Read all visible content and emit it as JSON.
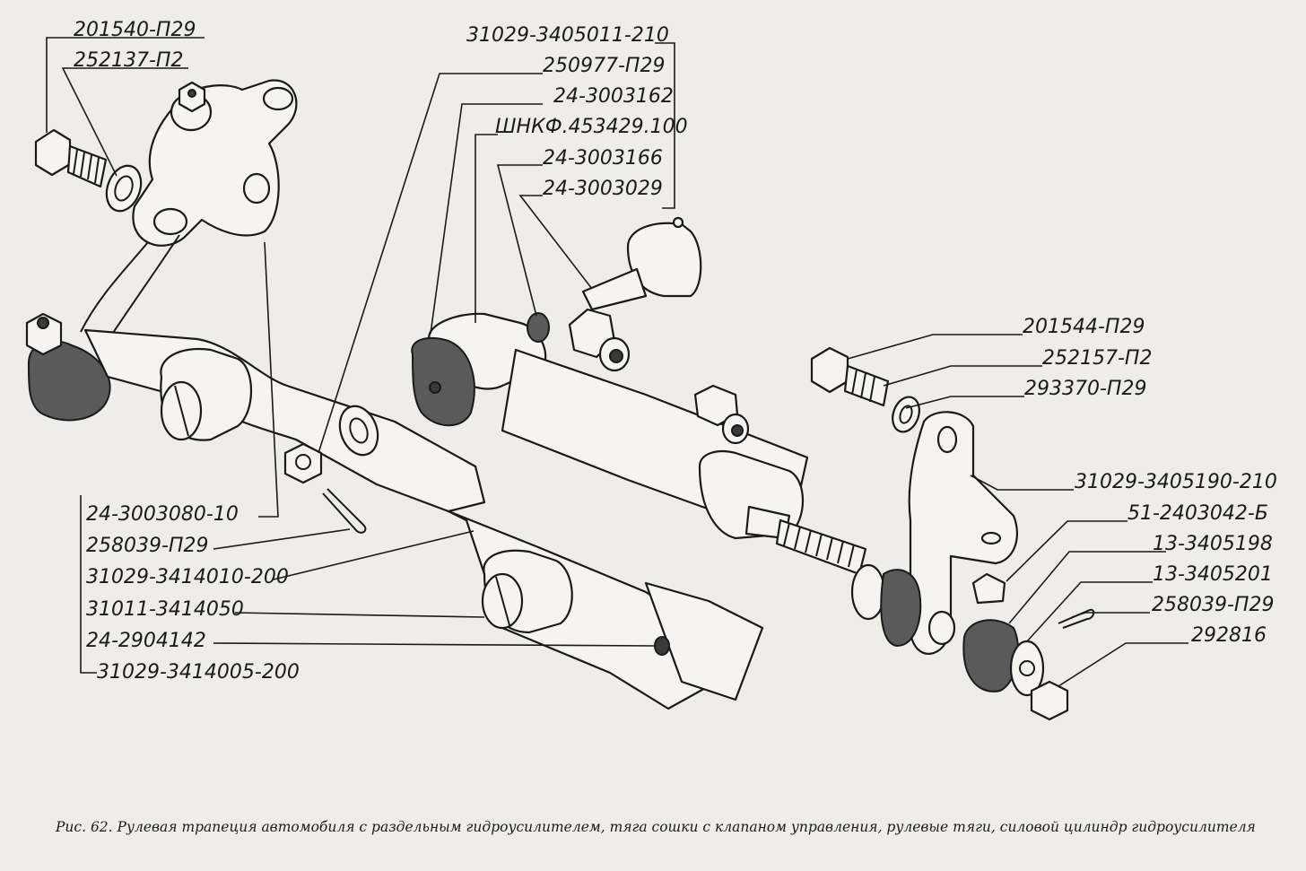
{
  "caption": "Рис. 62. Рулевая трапеция автомобиля с раздельным гидроусилителем, тяга сошки с клапаном управления, рулевые тяги, силовой цилиндр гидроусилителя",
  "labels": [
    "201540-П29",
    "252137-П2",
    "31029-3405011-210",
    "250977-П29",
    "24-3003162",
    "ШНКФ.453429.100",
    "24-3003166",
    "24-3003029",
    "201544-П29",
    "252157-П2",
    "293370-П29",
    "31029-3405190-210",
    "51-2403042-Б",
    "13-3405198",
    "13-3405201",
    "258039-П29",
    "292816",
    "24-3003080-10",
    "258039-П29",
    "31029-3414010-200",
    "31011-3414050",
    "24-2904142",
    "31029-3414005-200"
  ],
  "colors": {
    "background": "#efedea",
    "ink": "#1a1a1a"
  }
}
